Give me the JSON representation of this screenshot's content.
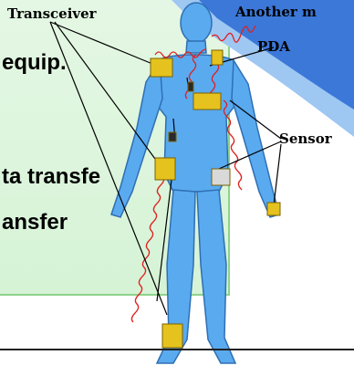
{
  "slide": {
    "line1": "equip.",
    "line2": "ta transfe",
    "line3": "ansfer"
  },
  "labels": {
    "transceiver": "Transceiver",
    "another": "Another m",
    "pda": "PDA",
    "sensor": "Sensor"
  },
  "colors": {
    "panel_green": "#d6f3d6",
    "body_blue": "#5aaaf0",
    "sensor_yellow": "#e6c21e",
    "link_red": "#e02020",
    "swoosh_blue": "#3b78d8"
  }
}
